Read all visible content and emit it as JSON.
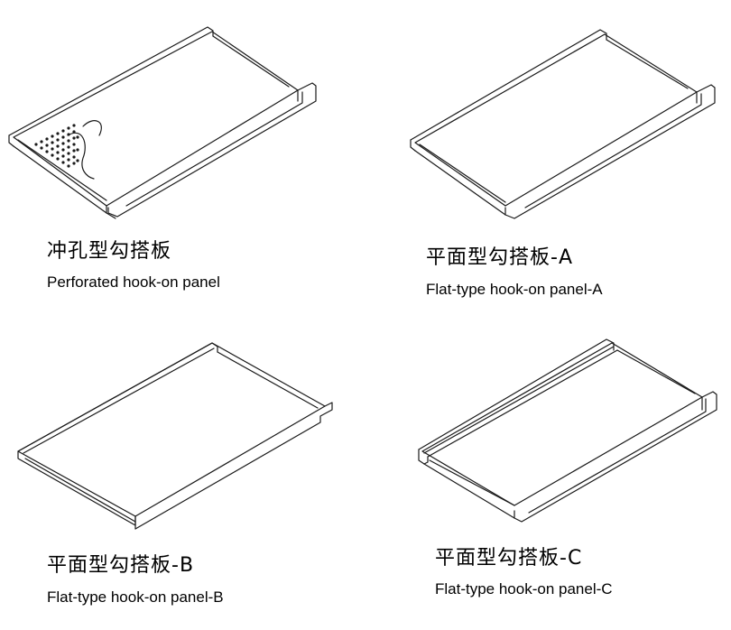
{
  "panels": [
    {
      "id": "perforated",
      "title_cn": "冲孔型勾搭板",
      "title_en": "Perforated hook-on panel"
    },
    {
      "id": "flat-a",
      "title_cn": "平面型勾搭板-A",
      "title_en": "Flat-type hook-on panel-A"
    },
    {
      "id": "flat-b",
      "title_cn": "平面型勾搭板-B",
      "title_en": "Flat-type hook-on panel-B"
    },
    {
      "id": "flat-c",
      "title_cn": "平面型勾搭板-C",
      "title_en": "Flat-type hook-on panel-C"
    }
  ]
}
